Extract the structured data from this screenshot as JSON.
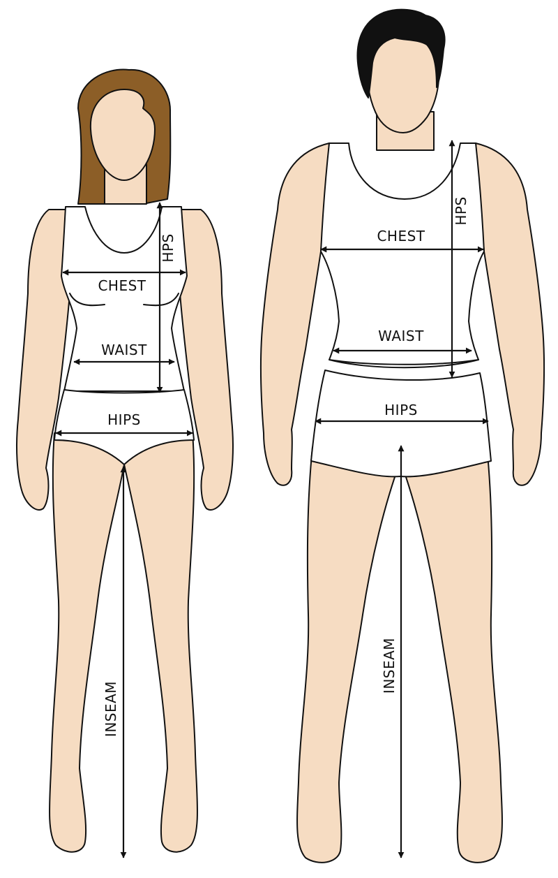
{
  "colors": {
    "skin": "#f6dcc2",
    "female_hair": "#8c5e27",
    "male_hair": "#111111",
    "garment": "#ffffff",
    "line": "#111111"
  },
  "female": {
    "labels": {
      "chest": "CHEST",
      "waist": "WAIST",
      "hips": "HIPS",
      "hps": "HPS",
      "inseam": "INSEAM"
    }
  },
  "male": {
    "labels": {
      "chest": "CHEST",
      "waist": "WAIST",
      "hips": "HIPS",
      "hps": "HPS",
      "inseam": "INSEAM"
    }
  }
}
